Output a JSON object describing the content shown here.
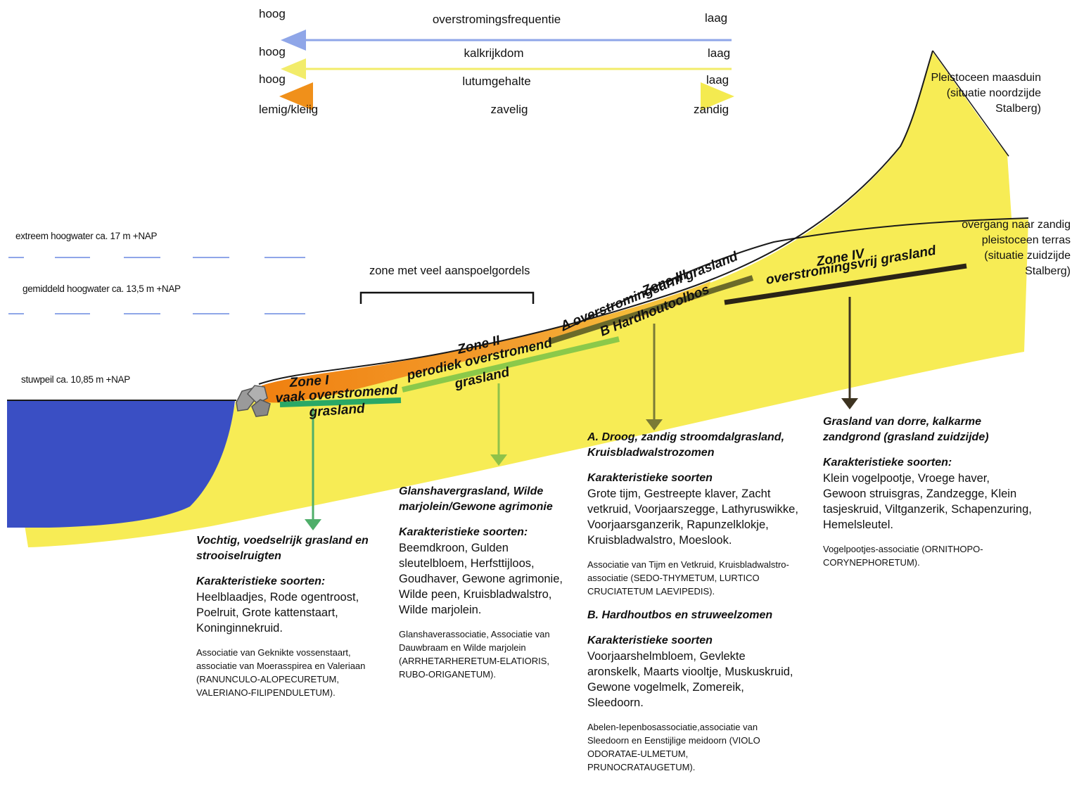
{
  "scales": [
    {
      "left": "hoog",
      "middle": "overstromingsfrequentie",
      "right": "laag",
      "color": "#8fa6e8"
    },
    {
      "left": "hoog",
      "middle": "kalkrijkdom",
      "right": "laag",
      "color": "#f2ec6a"
    },
    {
      "left": "hoog",
      "middle": "lutumgehalte",
      "right": "laag",
      "color": "#f2a531"
    },
    {
      "left": "lemig/kleiig",
      "middle": "zavelig",
      "right": "zandig"
    }
  ],
  "water_levels": {
    "extreme": "extreem hoogwater ca. 17 m +NAP",
    "average": "gemiddeld hoogwater ca. 13,5 m +NAP",
    "weir": "stuwpeil ca. 10,85 m +NAP"
  },
  "bracket_label": "zone met veel aanspoelgordels",
  "soil_labels": {
    "dune": "Pleistoceen maasduin (situatie noordzijde Stalberg)",
    "terrace": "overgang naar zandig pleistoceen terras (situatie zuidzijde Stalberg)"
  },
  "zones": {
    "z1": [
      "Zone I",
      "vaak overstromend",
      "grasland"
    ],
    "z2": [
      "Zone II",
      "perodiek overstromend",
      "grasland"
    ],
    "z3": [
      "Zone III",
      "A overstromingsarm grasland",
      "B Hardhoutoolbos"
    ],
    "z4": [
      "Zone IV",
      "overstromingsvrij grasland"
    ]
  },
  "habitats": {
    "h1": {
      "title": "Vochtig, voedselrijk grasland en strooiselruigten",
      "species_heading": "Karakteristieke soorten:",
      "species": "Heelblaadjes, Rode ogentroost, Poelruit, Grote kattenstaart, Koninginnekruid.",
      "association": "Associatie van Geknikte vossenstaart, associatie van Moerasspirea en Valeriaan (RANUNCULO-ALOPECURETUM, VALERIANO-FILIPENDULETUM)."
    },
    "h2": {
      "title": "Glanshavergrasland, Wilde marjolein/Gewone agrimonie",
      "species_heading": "Karakteristieke soorten:",
      "species": "Beemdkroon, Gulden sleutelbloem, Herfsttijloos, Goudhaver, Gewone agrimonie, Wilde peen, Kruisbladwalstro, Wilde marjolein.",
      "association": "Glanshaverassociatie, Associatie van Dauwbraam en Wilde marjolein (ARRHETARHERETUM-ELATIORIS, RUBO-ORIGANETUM)."
    },
    "h3": {
      "title": "A. Droog, zandig stroomdalgrasland, Kruisbladwalstrozomen",
      "species_heading": "Karakteristieke soorten",
      "species": "Grote tijm, Gestreepte klaver, Zacht vetkruid, Voorjaarszegge, Lathyruswikke, Voorjaarsganzerik, Rapunzelklokje, Kruisbladwalstro, Moeslook.",
      "association": "Associatie van Tijm en Vetkruid, Kruisbladwalstro-associatie (SEDO-THYMETUM, LURTICO CRUCIATETUM LAEVIPEDIS).",
      "title_b": "B. Hardhoutbos en struweelzomen",
      "species_heading_b": "Karakteristieke soorten",
      "species_b": "Voorjaarshelmbloem, Gevlekte aronskelk, Maarts viooltje, Muskuskruid, Gewone vogelmelk, Zomereik, Sleedoorn.",
      "association_b": "Abelen-Iepenbosassociatie,associatie van Sleedoorn en Eenstijlige meidoorn (VIOLO ODORATAE-ULMETUM, PRUNOCRATAUGETUM)."
    },
    "h4": {
      "title": "Grasland van dorre, kalkarme zandgrond (grasland zuidzijde)",
      "species_heading": "Karakteristieke soorten:",
      "species": "Klein vogelpootje, Vroege haver, Gewoon struisgras, Zandzegge, Klein tasjeskruid, Viltganzerik, Schapenzuring, Hemelsleutel.",
      "association": "Vogelpootjes-associatie (ORNITHOPO-CORYNEPHORETUM)."
    }
  },
  "colors": {
    "water": "#3a4fc4",
    "sand": "#f7ec55",
    "clay": "#f08a1a",
    "zone1_bar": "#2aa866",
    "zone2_bar": "#8bc94a",
    "zone3_bar": "#6b6a2a",
    "zone4_bar": "#2b2416",
    "arrow1": "#4fae6a",
    "arrow2": "#8fc24a",
    "arrow3": "#7a7a36",
    "arrow4": "#3d3320"
  }
}
